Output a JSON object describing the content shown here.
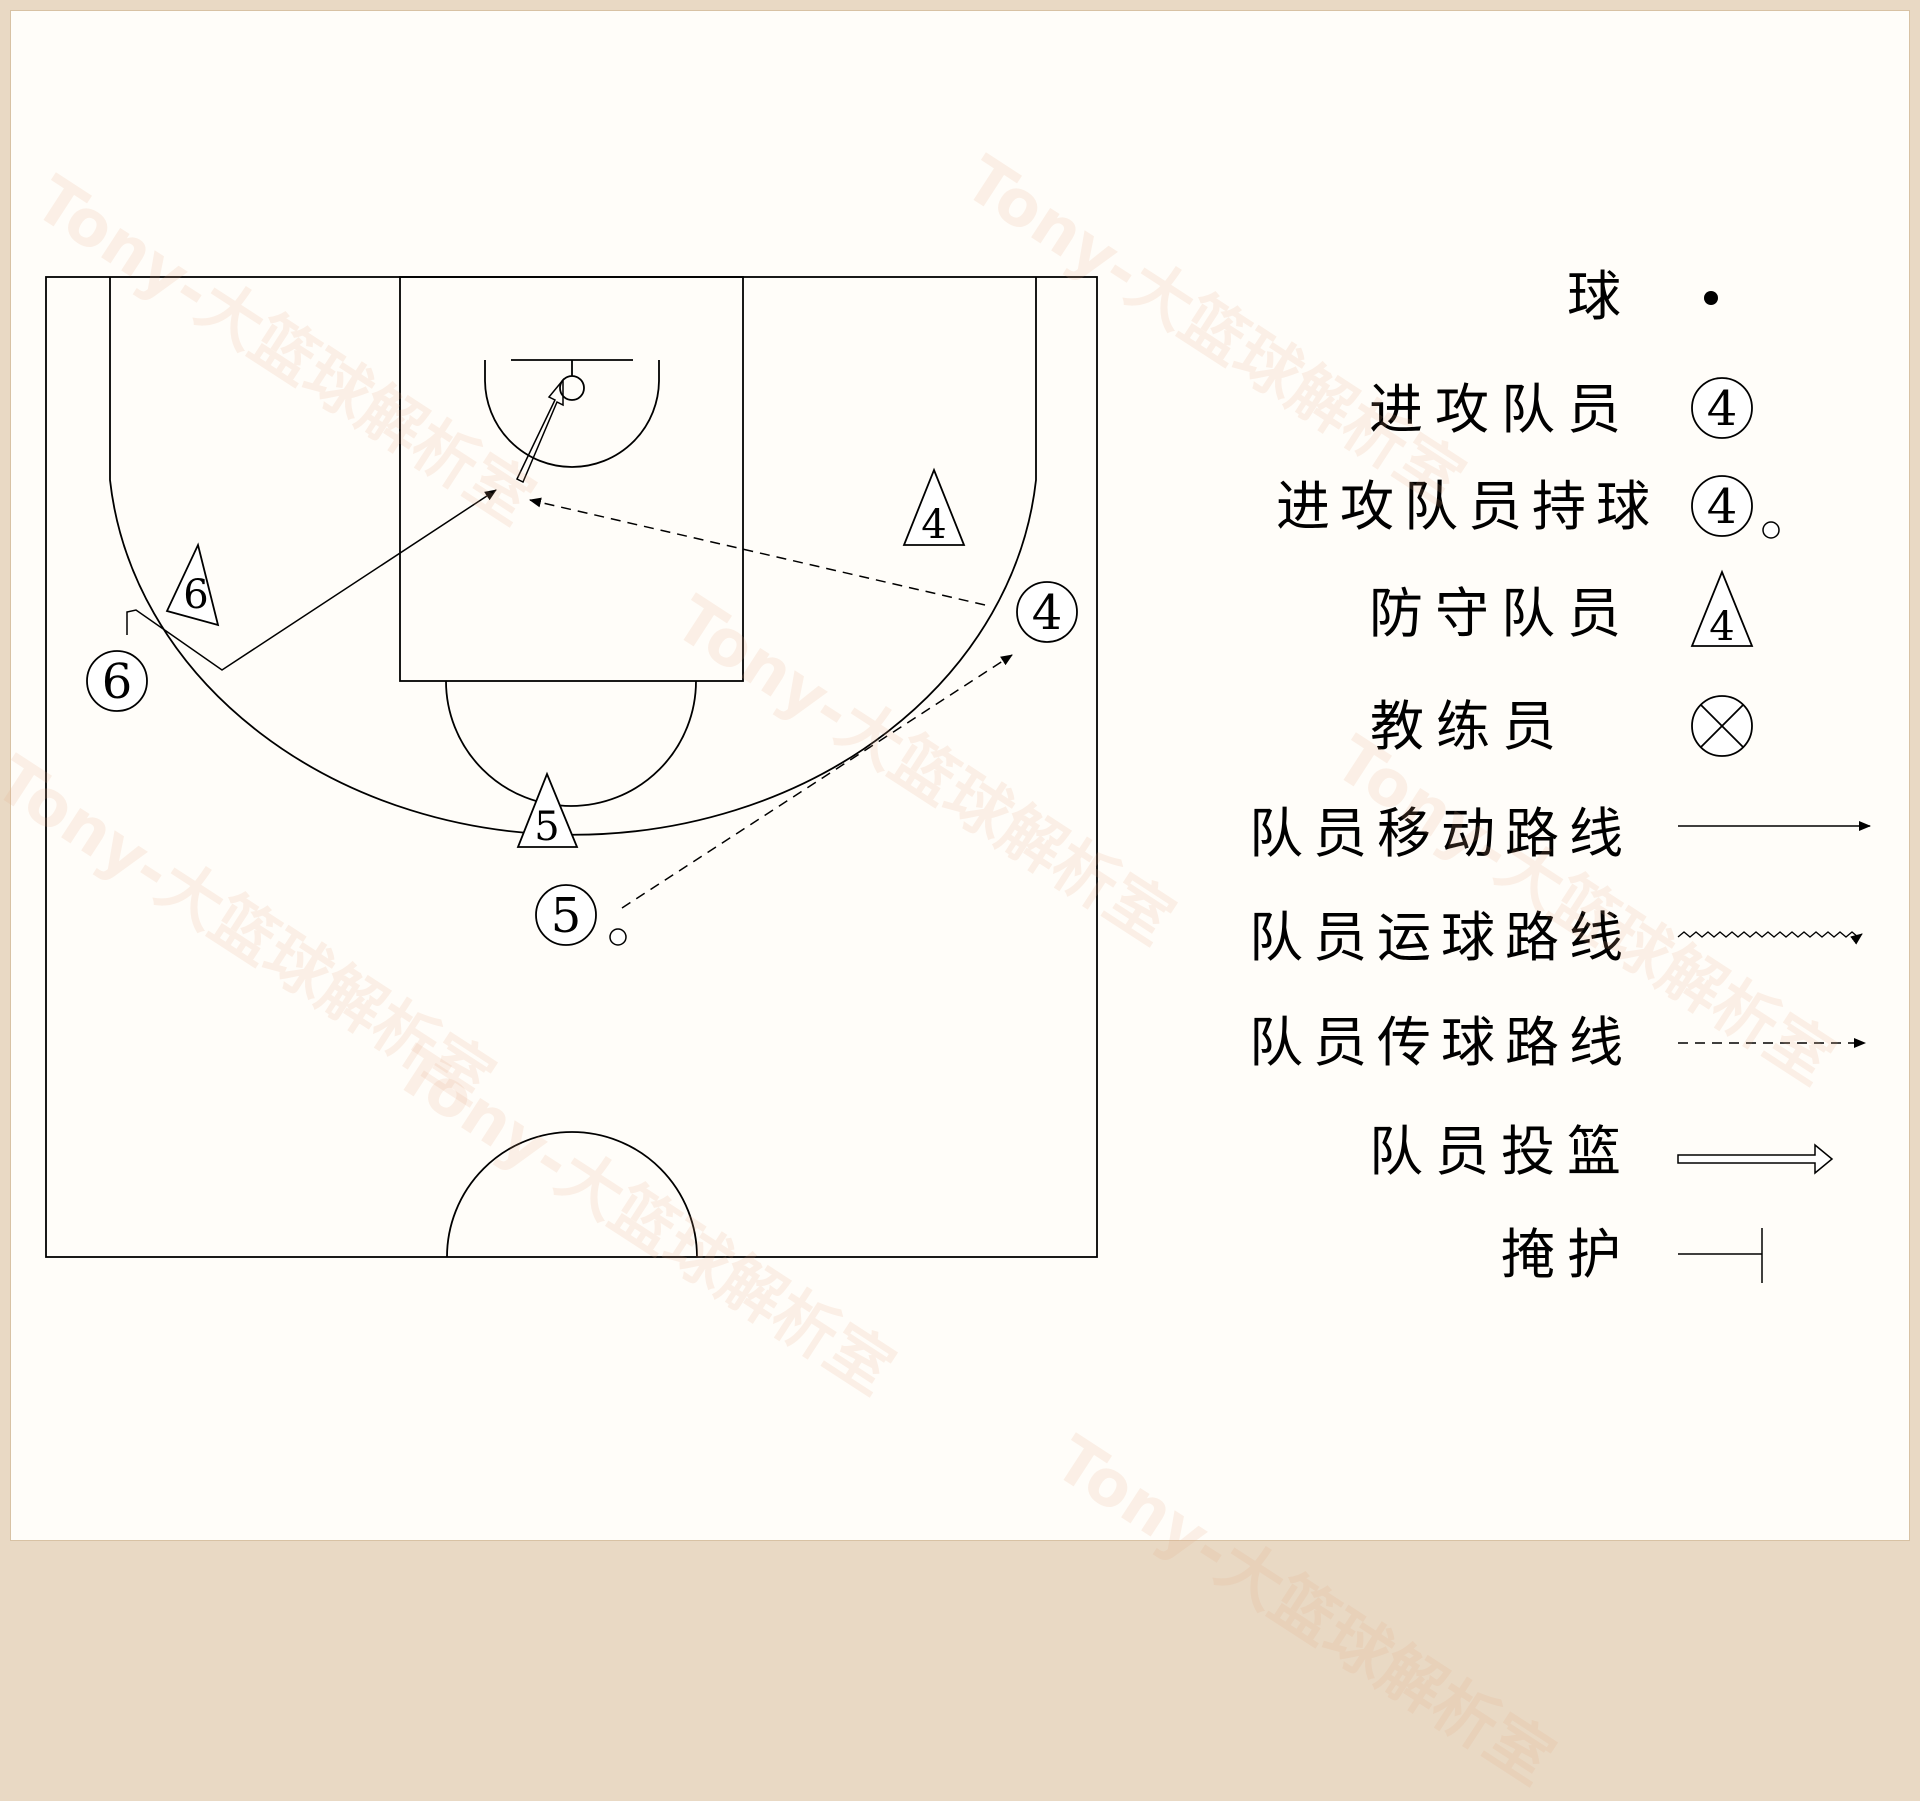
{
  "watermark_text": "Tony-大篮球解析室",
  "court": {
    "offense": [
      {
        "label": "6"
      },
      {
        "label": "4"
      },
      {
        "label": "5"
      }
    ],
    "defense": [
      {
        "label": "6"
      },
      {
        "label": "4"
      },
      {
        "label": "5"
      }
    ]
  },
  "legend": [
    {
      "label": "球",
      "icon": "ball-icon"
    },
    {
      "label": "进攻队员",
      "icon": "offense-player-icon",
      "number": "4"
    },
    {
      "label": "进攻队员持球",
      "icon": "offense-player-with-ball-icon",
      "number": "4"
    },
    {
      "label": "防守队员",
      "icon": "defense-player-icon",
      "number": "4"
    },
    {
      "label": "教练员",
      "icon": "coach-icon"
    },
    {
      "label": "队员移动路线",
      "icon": "move-arrow-icon"
    },
    {
      "label": "队员运球路线",
      "icon": "dribble-arrow-icon"
    },
    {
      "label": "队员传球路线",
      "icon": "pass-arrow-icon"
    },
    {
      "label": "队员投篮",
      "icon": "shot-arrow-icon"
    },
    {
      "label": "掩护",
      "icon": "screen-icon"
    }
  ]
}
